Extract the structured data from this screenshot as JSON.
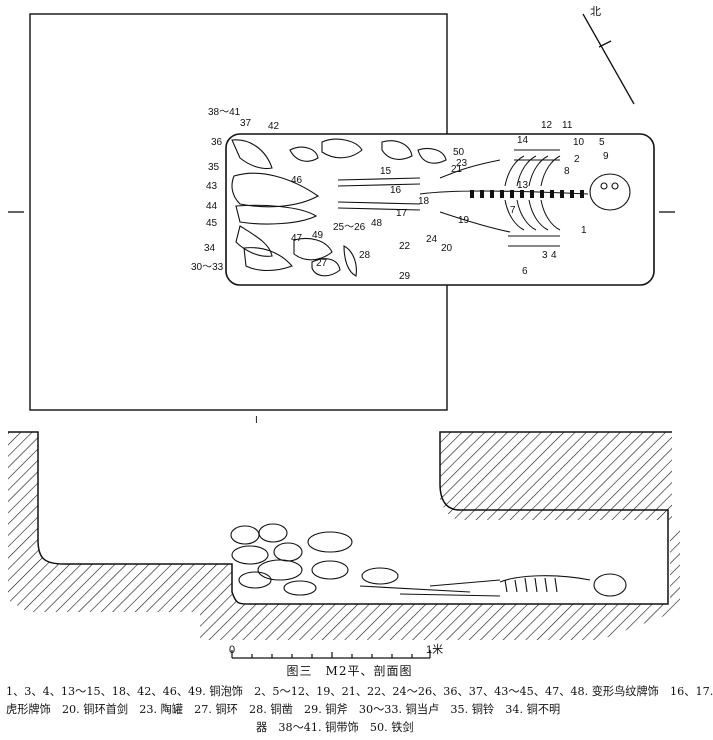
{
  "north_label": "北",
  "section_marker": "I",
  "scale": {
    "zero": "0",
    "end": "1米"
  },
  "caption": "图三　M2平、剖面图",
  "legend": {
    "line1": "1、3、4、13～15、18、42、46、49. 铜泡饰　2、5～12、19、21、22、24～26、36、37、43～45、47、48. 变形鸟纹牌饰　16、17.",
    "line2": "虎形牌饰　20. 铜环首剑　23. 陶罐　27. 铜环　28. 铜凿　29. 铜斧　30～33. 铜当卢　35. 铜铃　34. 铜不明",
    "line3": "器　38～41. 铜带饰　50. 铁剑"
  },
  "find_labels": [
    "1",
    "2",
    "3",
    "4",
    "5",
    "6",
    "7",
    "8",
    "9",
    "10",
    "11",
    "12",
    "13",
    "14",
    "15",
    "16",
    "17",
    "18",
    "19",
    "20",
    "21",
    "22",
    "23",
    "24",
    "25～26",
    "27",
    "28",
    "29",
    "30～33",
    "34",
    "35",
    "36",
    "37",
    "38～41",
    "42",
    "43",
    "44",
    "45",
    "46",
    "47",
    "48",
    "49",
    "50"
  ]
}
